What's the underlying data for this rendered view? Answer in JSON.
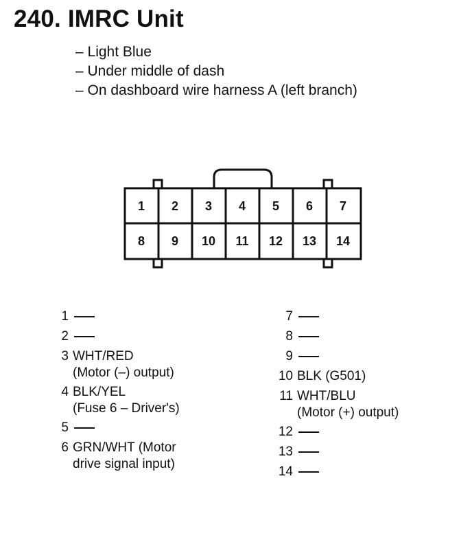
{
  "title": "240. IMRC Unit",
  "description": [
    "– Light Blue",
    "– Under middle of dash",
    "– On dashboard wire harness A (left branch)"
  ],
  "connector": {
    "top_row": [
      "1",
      "2",
      "3",
      "4",
      "5",
      "6",
      "7"
    ],
    "bottom_row": [
      "8",
      "9",
      "10",
      "11",
      "12",
      "13",
      "14"
    ]
  },
  "pins_left": [
    {
      "num": "1",
      "empty": true
    },
    {
      "num": "2",
      "empty": true
    },
    {
      "num": "3",
      "text": "WHT/RED",
      "sub": "(Motor (–) output)"
    },
    {
      "num": "4",
      "text": "BLK/YEL",
      "sub": "(Fuse 6 – Driver's)"
    },
    {
      "num": "5",
      "empty": true
    },
    {
      "num": "6",
      "text": "GRN/WHT (Motor",
      "sub": "drive signal input)"
    }
  ],
  "pins_right": [
    {
      "num": "7",
      "empty": true
    },
    {
      "num": "8",
      "empty": true
    },
    {
      "num": "9",
      "empty": true
    },
    {
      "num": "10",
      "text": "BLK (G501)"
    },
    {
      "num": "11",
      "text": "WHT/BLU",
      "sub": "(Motor (+) output)"
    },
    {
      "num": "12",
      "empty": true
    },
    {
      "num": "13",
      "empty": true
    },
    {
      "num": "14",
      "empty": true
    }
  ]
}
